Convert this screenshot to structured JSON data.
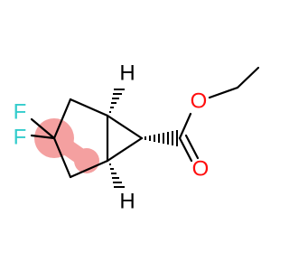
{
  "molecule": {
    "atoms": {
      "f_upper": {
        "symbol": "F",
        "color": "#33CCCC"
      },
      "f_lower": {
        "symbol": "F",
        "color": "#33CCCC"
      },
      "h_top": {
        "symbol": "H",
        "color": "#000000"
      },
      "h_bottom": {
        "symbol": "H",
        "color": "#000000"
      },
      "o_ester": {
        "symbol": "O",
        "color": "#FF0D0D"
      },
      "o_carbonyl": {
        "symbol": "O",
        "color": "#FF0D0D"
      }
    },
    "highlight_color": "#F4A0A0",
    "bond_color": "#000000"
  }
}
